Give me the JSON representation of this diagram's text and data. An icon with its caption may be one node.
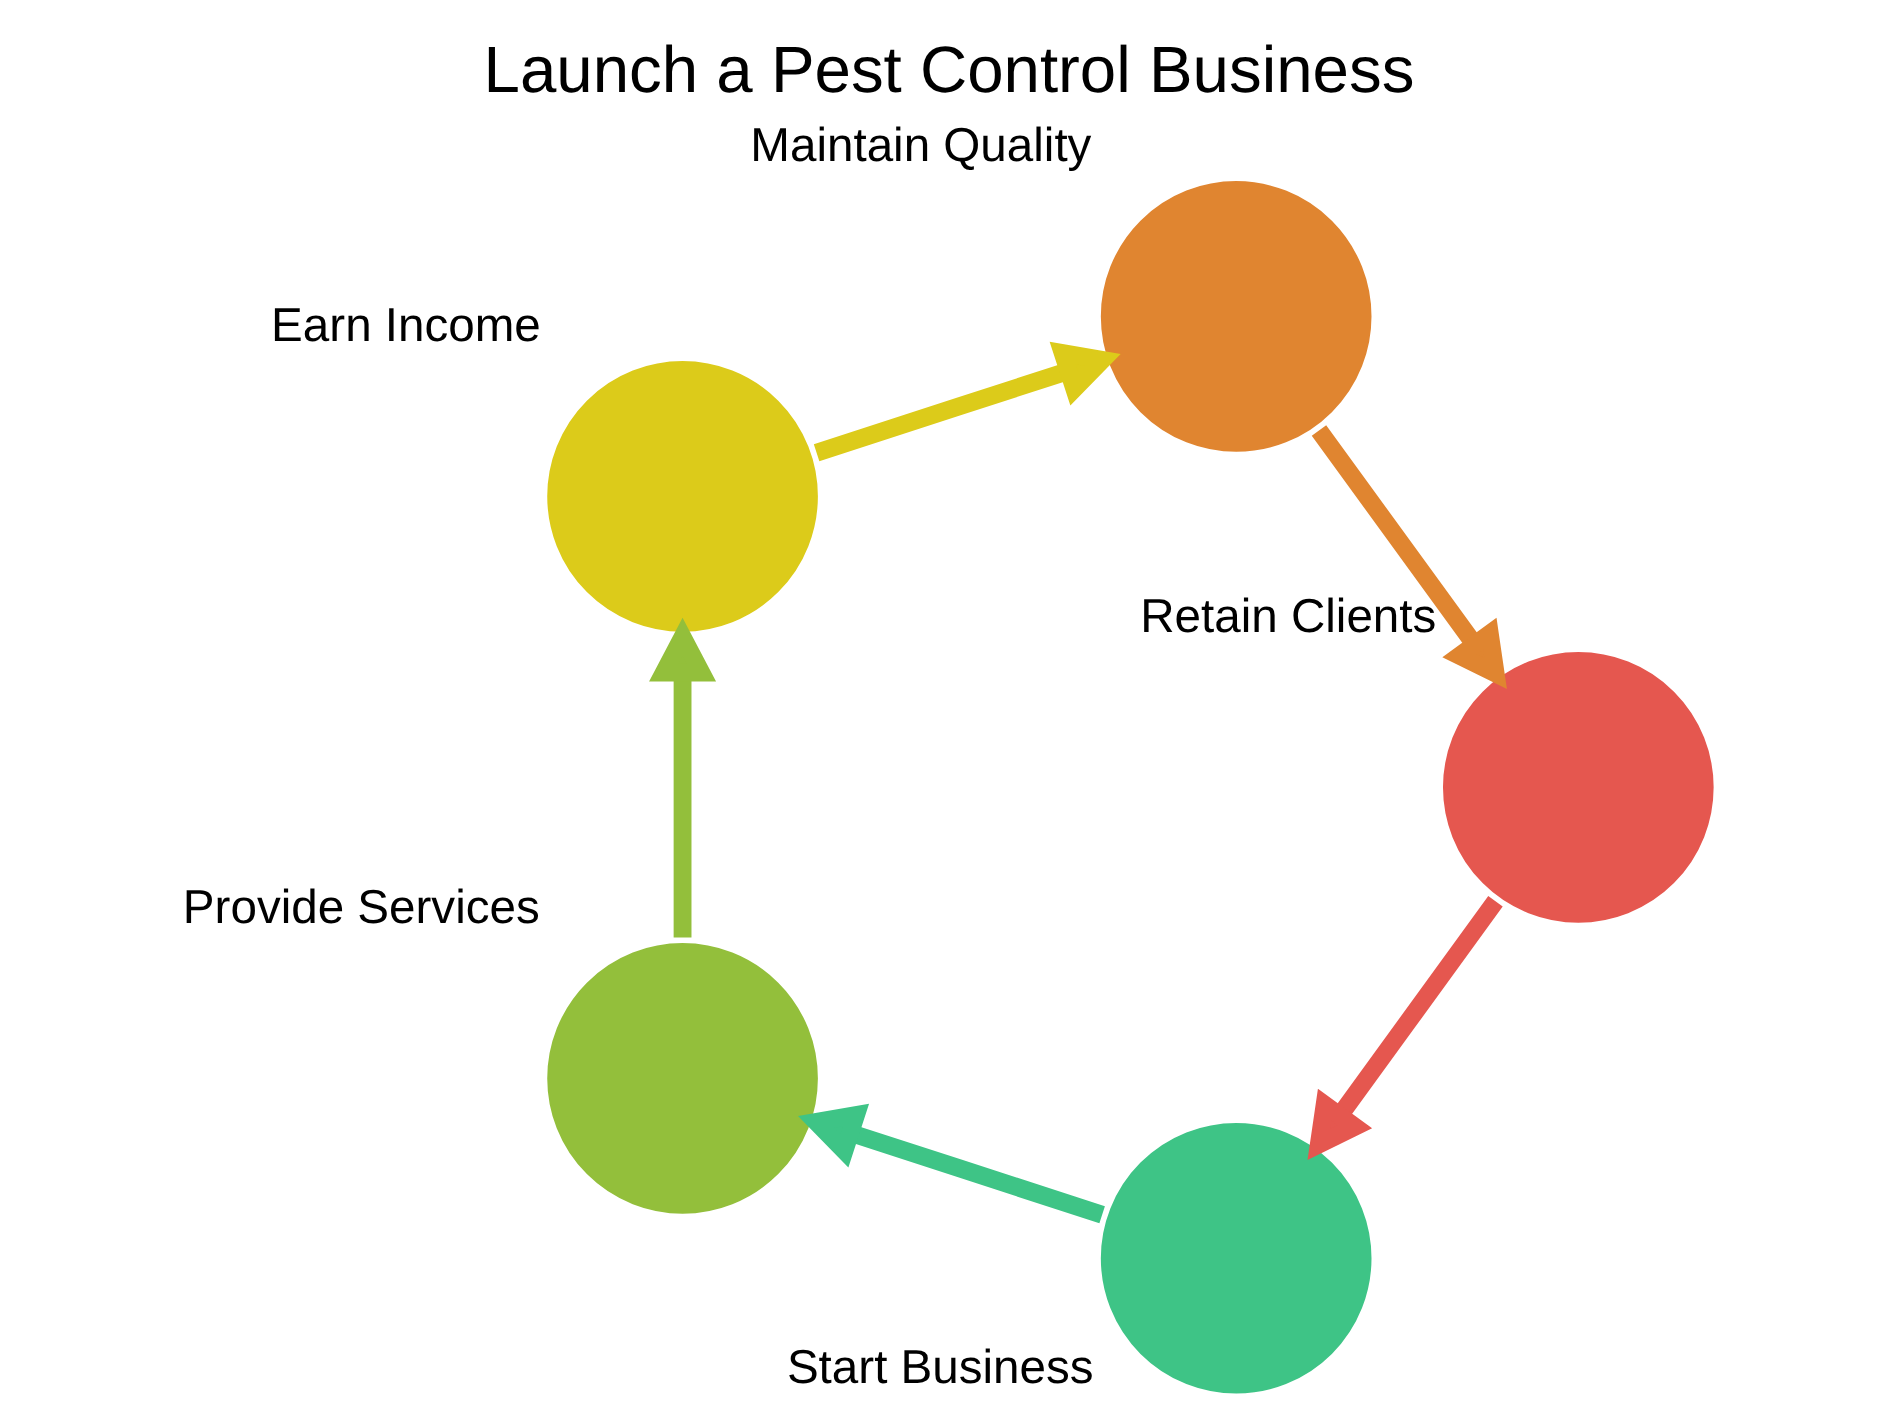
{
  "diagram": {
    "title": "Launch a Pest Control Business",
    "nodes": [
      {
        "text": [
          "Start Business"
        ]
      },
      {
        "text": [
          "Provide Services"
        ]
      },
      {
        "text": [
          "Earn Income"
        ]
      },
      {
        "text": [
          "Maintain Quality"
        ]
      },
      {
        "text": [
          "Retain Clients"
        ]
      }
    ],
    "edges": [
      {
        "from": 0,
        "to": 1,
        "arrow": "to",
        "color": "#3ec486"
      },
      {
        "from": 1,
        "to": 2,
        "arrow": "to",
        "color": "#93bf3b"
      },
      {
        "from": 2,
        "to": 3,
        "arrow": "to",
        "color": "#dccb1a"
      },
      {
        "from": 3,
        "to": 4,
        "arrow": "to",
        "color": "#e08530"
      },
      {
        "from": 4,
        "to": 0,
        "arrow": "to",
        "color": "#e5574f"
      }
    ]
  }
}
